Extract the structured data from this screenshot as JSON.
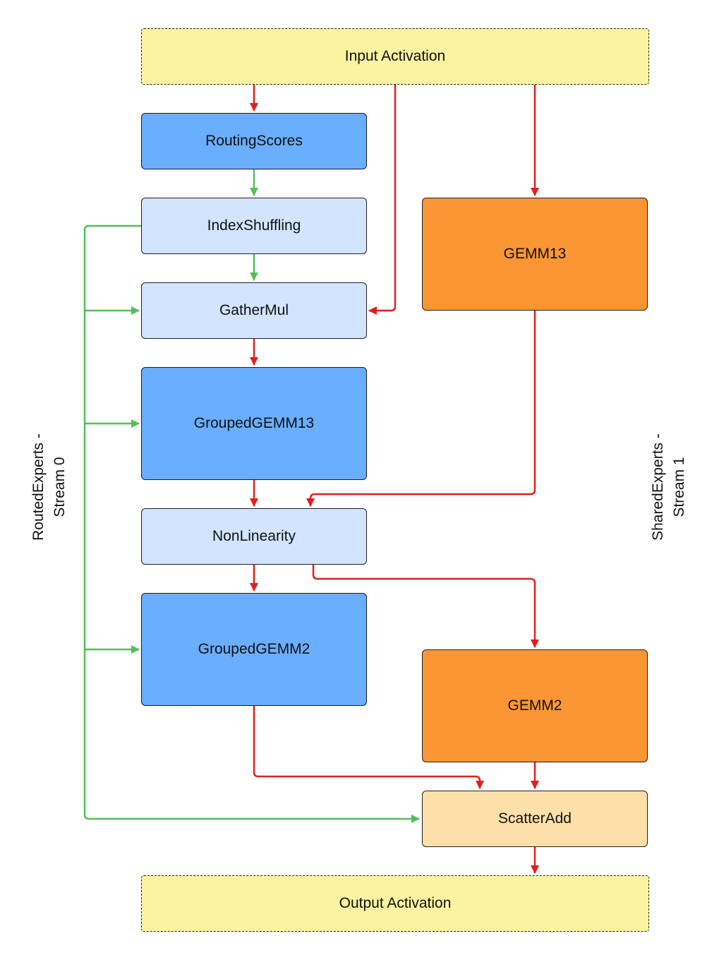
{
  "colors": {
    "io": "#fbf3a0",
    "dark_blue": "#6aaeff",
    "light_blue": "#d2e4ff",
    "orange": "#fa9633",
    "light_orange": "#fde0a9",
    "data_edge": "#e0201c",
    "control_edge": "#53bf5a"
  },
  "nodes": {
    "input": "Input Activation",
    "routing": "RoutingScores",
    "index": "IndexShuffling",
    "gather": "GatherMul",
    "grouped13": "GroupedGEMM13",
    "nonlin": "NonLinearity",
    "grouped2": "GroupedGEMM2",
    "gemm13": "GEMM13",
    "gemm2": "GEMM2",
    "scatter": "ScatterAdd",
    "output": "Output Activation"
  },
  "labels": {
    "routed_line1": "RoutedExperts -",
    "routed_line2": "Stream 0",
    "shared_line1": "SharedExperts -",
    "shared_line2": "Stream 1"
  },
  "edges": [
    {
      "from": "Input Activation",
      "to": "RoutingScores",
      "kind": "data"
    },
    {
      "from": "Input Activation",
      "to": "GatherMul",
      "kind": "data"
    },
    {
      "from": "Input Activation",
      "to": "GEMM13",
      "kind": "data"
    },
    {
      "from": "RoutingScores",
      "to": "IndexShuffling",
      "kind": "control"
    },
    {
      "from": "IndexShuffling",
      "to": "GatherMul",
      "kind": "control"
    },
    {
      "from": "IndexShuffling",
      "to": "GroupedGEMM13",
      "kind": "control"
    },
    {
      "from": "IndexShuffling",
      "to": "GroupedGEMM2",
      "kind": "control"
    },
    {
      "from": "IndexShuffling",
      "to": "ScatterAdd",
      "kind": "control"
    },
    {
      "from": "GatherMul",
      "to": "GroupedGEMM13",
      "kind": "data"
    },
    {
      "from": "GroupedGEMM13",
      "to": "NonLinearity",
      "kind": "data"
    },
    {
      "from": "GEMM13",
      "to": "NonLinearity",
      "kind": "data"
    },
    {
      "from": "NonLinearity",
      "to": "GroupedGEMM2",
      "kind": "data"
    },
    {
      "from": "NonLinearity",
      "to": "GEMM2",
      "kind": "data"
    },
    {
      "from": "GroupedGEMM2",
      "to": "ScatterAdd",
      "kind": "data"
    },
    {
      "from": "GEMM2",
      "to": "ScatterAdd",
      "kind": "data"
    },
    {
      "from": "ScatterAdd",
      "to": "Output Activation",
      "kind": "data"
    }
  ]
}
